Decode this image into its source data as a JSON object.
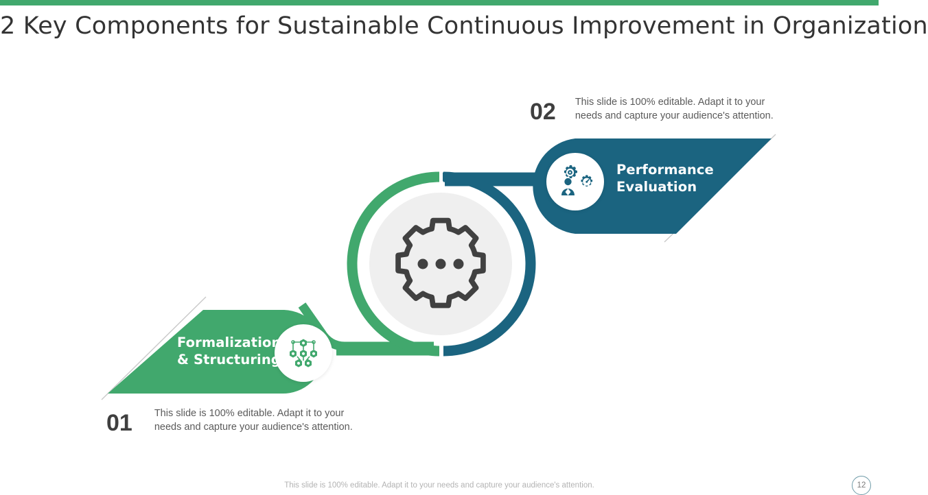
{
  "slide": {
    "title": "2 Key Components for Sustainable Continuous Improvement in Organization",
    "accent_top_color": "#41a86d"
  },
  "colors": {
    "green": "#41a86d",
    "teal": "#1b6480",
    "center_ring_green": "#41a86d",
    "center_ring_teal": "#1b6480",
    "center_disc": "#efefef",
    "gear": "#414141",
    "title_text": "#333333",
    "body_text": "#5a5a5a",
    "number_text": "#3f3f3f",
    "footer_text": "#b3b3b3"
  },
  "components": [
    {
      "number": "01",
      "label_line1": "Formalization",
      "label_line2": "& Structuring",
      "description_line1": "This slide is 100% editable. Adapt it to your",
      "description_line2": "needs and capture your audience's attention.",
      "icon": "network-hierarchy-icon",
      "color": "#41a86d"
    },
    {
      "number": "02",
      "label_line1": "Performance",
      "label_line2": "Evaluation",
      "description_line1": "This slide is 100% editable. Adapt it to  your",
      "description_line2": "needs and capture your audience's attention.",
      "icon": "performance-gear-person-icon",
      "color": "#1b6480"
    }
  ],
  "center": {
    "icon": "settings-gear-icon"
  },
  "footer": {
    "note": "This slide is 100% editable. Adapt it to your needs and capture your audience's attention.",
    "page_number": "12"
  }
}
